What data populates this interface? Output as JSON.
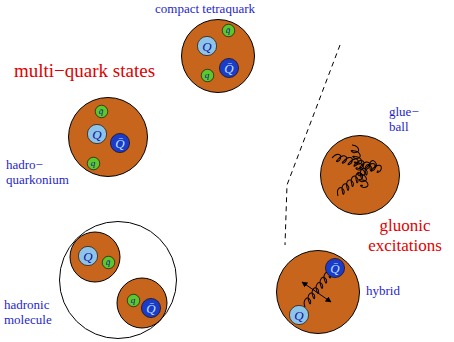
{
  "diagram": {
    "nodes": [
      {
        "text": [
          "compact tetraquark"
        ]
      },
      {
        "text": [
          "q̄"
        ],
        "in": 0
      },
      {
        "text": [
          "Q"
        ],
        "in": 0
      },
      {
        "text": [
          "q"
        ],
        "in": 0
      },
      {
        "text": [
          "Q̄"
        ],
        "in": 0
      },
      {
        "text": [
          "hadro− quarkonium"
        ]
      },
      {
        "text": [
          "q̄"
        ],
        "in": 5
      },
      {
        "text": [
          "Q"
        ],
        "in": 5
      },
      {
        "text": [
          "Q̄"
        ],
        "in": 5
      },
      {
        "text": [
          "q"
        ],
        "in": 5
      },
      {
        "text": [
          "glue− ball"
        ]
      },
      {
        "text": [
          "hadronic molecule"
        ]
      },
      {
        "text": [
          "Q"
        ],
        "in": 11
      },
      {
        "text": [
          "q̄"
        ],
        "in": 11
      },
      {
        "text": [
          "q"
        ],
        "in": 11
      },
      {
        "text": [
          "Q̄"
        ],
        "in": 11
      },
      {
        "text": [
          "hybrid"
        ]
      },
      {
        "text": [
          "Q̄"
        ],
        "in": 16
      },
      {
        "text": [
          "Q"
        ],
        "in": 16
      }
    ],
    "edges": [
      {
        "from": 18,
        "to": 17,
        "arrow": "none"
      }
    ],
    "labels": [
      "multi−quark states",
      "gluonic excitations"
    ]
  }
}
